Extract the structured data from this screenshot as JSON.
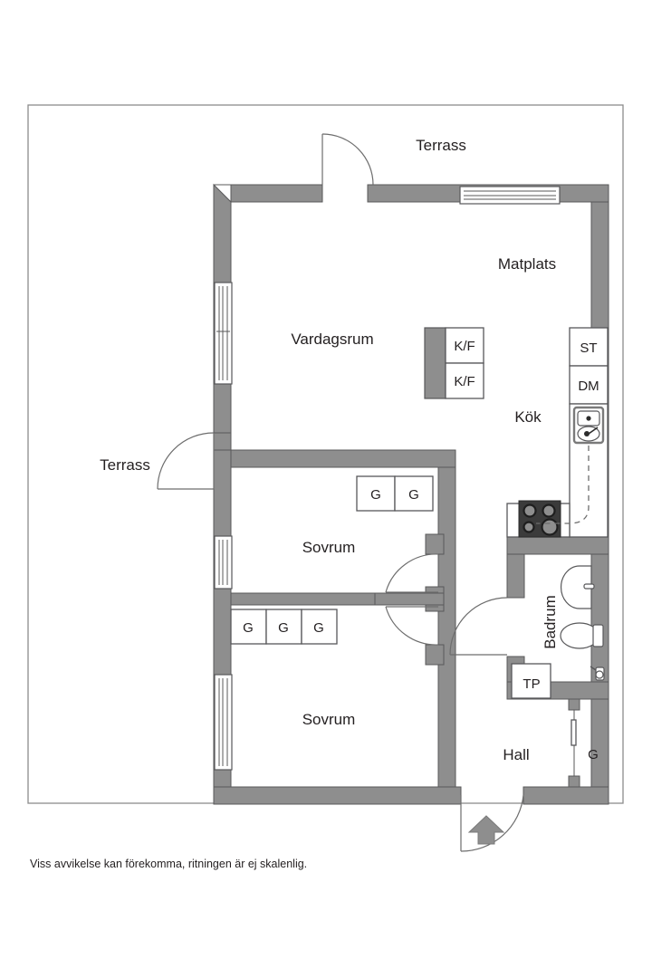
{
  "document": {
    "type": "floor-plan",
    "caption": "Viss avvikelse kan förekomma, ritningen är ej skalenlig."
  },
  "colors": {
    "wall_fill": "#8e8e8e",
    "wall_stroke": "#58585a",
    "text": "#231f20",
    "background": "#ffffff",
    "frame": "#8c8c8c"
  },
  "rooms": [
    {
      "id": "terrass-top",
      "label": "Terrass"
    },
    {
      "id": "terrass-left",
      "label": "Terrass"
    },
    {
      "id": "vardagsrum",
      "label": "Vardagsrum"
    },
    {
      "id": "matplats",
      "label": "Matplats"
    },
    {
      "id": "kok",
      "label": "Kök"
    },
    {
      "id": "sovrum-upper",
      "label": "Sovrum"
    },
    {
      "id": "sovrum-lower",
      "label": "Sovrum"
    },
    {
      "id": "badrum",
      "label": "Badrum"
    },
    {
      "id": "hall",
      "label": "Hall"
    }
  ],
  "fixtures": {
    "fridge_freezer": [
      {
        "id": "kf-1",
        "label": "K/F"
      },
      {
        "id": "kf-2",
        "label": "K/F"
      }
    ],
    "kitchen_units": [
      {
        "id": "st",
        "label": "ST"
      },
      {
        "id": "dm",
        "label": "DM"
      }
    ],
    "laundry": {
      "id": "tp",
      "label": "TP"
    },
    "wardrobes_sovrum_upper": [
      {
        "id": "g-u1",
        "label": "G"
      },
      {
        "id": "g-u2",
        "label": "G"
      }
    ],
    "wardrobes_sovrum_lower": [
      {
        "id": "g-l1",
        "label": "G"
      },
      {
        "id": "g-l2",
        "label": "G"
      },
      {
        "id": "g-l3",
        "label": "G"
      }
    ],
    "wardrobe_hall": {
      "id": "g-hall",
      "label": "G"
    }
  },
  "icons": {
    "entrance_arrow": "arrow-up-icon",
    "stove": "stove-icon",
    "sink_kitchen": "kitchen-sink-icon",
    "sink_bath": "bathroom-sink-icon",
    "toilet": "toilet-icon",
    "shower": "shower-mixer-icon"
  }
}
